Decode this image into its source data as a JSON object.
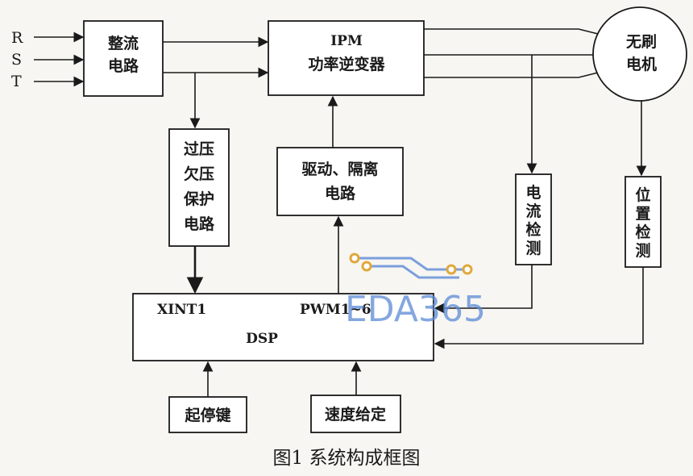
{
  "inputs": {
    "r": "R",
    "s": "S",
    "t": "T"
  },
  "blocks": {
    "rectifier": [
      "整流",
      "电路"
    ],
    "ipm": [
      "IPM",
      "功率逆变器"
    ],
    "motor": [
      "无刷",
      "电机"
    ],
    "protection": [
      "过压",
      "欠压",
      "保护",
      "电路"
    ],
    "driver": [
      "驱动、隔离",
      "电路"
    ],
    "current": [
      "电",
      "流",
      "检",
      "测"
    ],
    "position": [
      "位",
      "置",
      "检",
      "测"
    ],
    "dsp": "DSP",
    "xint": "XINT1",
    "pwm": "PWM1~6",
    "startstop": "起停键",
    "speed": "速度给定"
  },
  "caption": "图1  系统构成框图",
  "watermark": "EDA365"
}
